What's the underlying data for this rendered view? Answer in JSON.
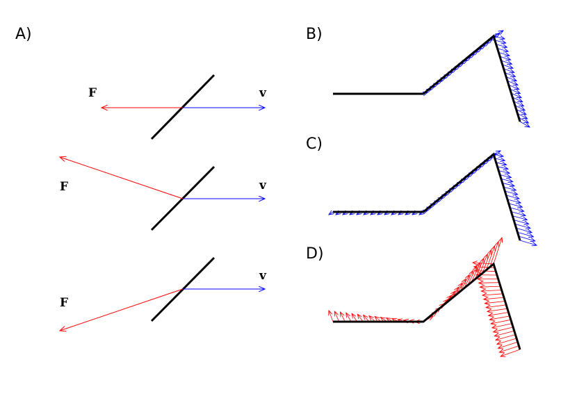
{
  "panels": {
    "a": {
      "label": "A)"
    },
    "b": {
      "label": "B)"
    },
    "c": {
      "label": "C)"
    },
    "d": {
      "label": "D)"
    }
  },
  "vectors": {
    "force": {
      "label": "F",
      "color": "#ff0000"
    },
    "velocity": {
      "label": "v",
      "color": "#0000ff"
    }
  },
  "colors": {
    "line": "#000000",
    "force": "#ff0000",
    "velocity": "#0000ff"
  }
}
